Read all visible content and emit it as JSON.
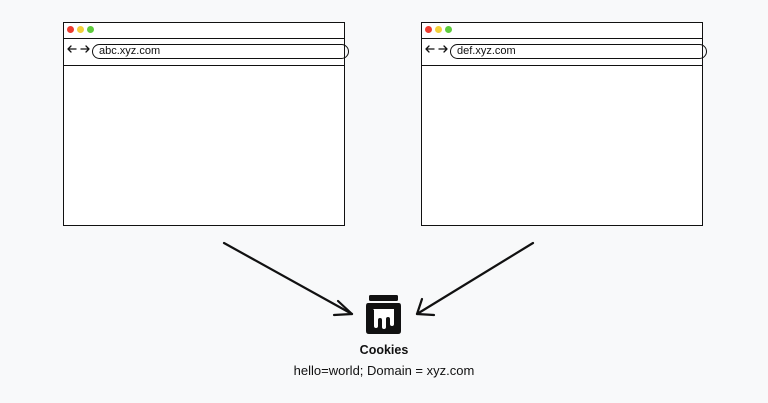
{
  "browsers": {
    "left": {
      "url": "abc.xyz.com"
    },
    "right": {
      "url": "def.xyz.com"
    }
  },
  "cookie_store": {
    "label": "Cookies",
    "value": "hello=world; Domain = xyz.com",
    "icon": "cookie-jar-icon"
  },
  "colors": {
    "close_dot": "#ec3b2f",
    "minimize_dot": "#f3d13a",
    "maximize_dot": "#5dcb3c",
    "stroke": "#111111",
    "background": "#f8f9fa"
  }
}
